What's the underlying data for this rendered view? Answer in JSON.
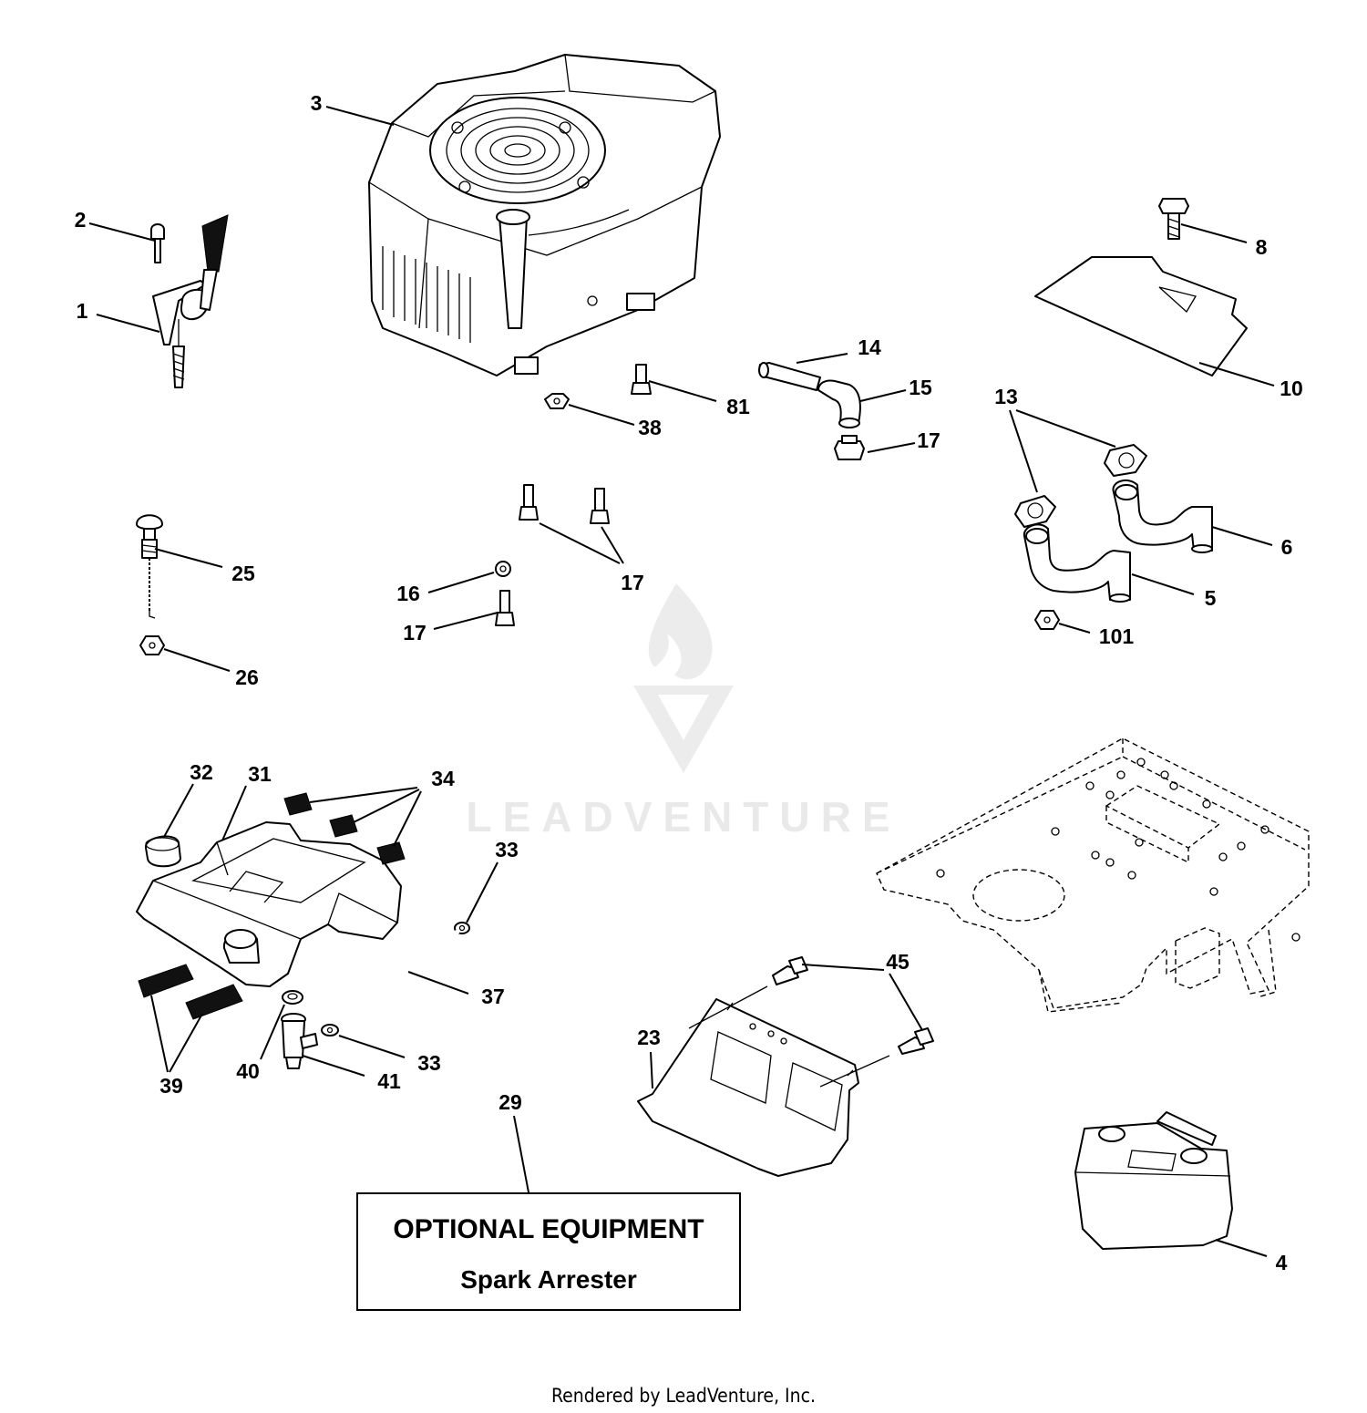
{
  "watermark": {
    "brand": "LEADVENTURE"
  },
  "optional_box": {
    "title": "OPTIONAL EQUIPMENT",
    "subtitle": "Spark Arrester"
  },
  "footer": {
    "text": "Rendered by LeadVenture, Inc."
  },
  "callouts": [
    {
      "id": "c3",
      "text": "3"
    },
    {
      "id": "c2",
      "text": "2"
    },
    {
      "id": "c1",
      "text": "1"
    },
    {
      "id": "c8",
      "text": "8"
    },
    {
      "id": "c10",
      "text": "10"
    },
    {
      "id": "c14",
      "text": "14"
    },
    {
      "id": "c15",
      "text": "15"
    },
    {
      "id": "c17a",
      "text": "17"
    },
    {
      "id": "c81",
      "text": "81"
    },
    {
      "id": "c38",
      "text": "38"
    },
    {
      "id": "c13",
      "text": "13"
    },
    {
      "id": "c6",
      "text": "6"
    },
    {
      "id": "c5",
      "text": "5"
    },
    {
      "id": "c101",
      "text": "101"
    },
    {
      "id": "c25",
      "text": "25"
    },
    {
      "id": "c26",
      "text": "26"
    },
    {
      "id": "c17b",
      "text": "17"
    },
    {
      "id": "c16",
      "text": "16"
    },
    {
      "id": "c17c",
      "text": "17"
    },
    {
      "id": "c32",
      "text": "32"
    },
    {
      "id": "c31",
      "text": "31"
    },
    {
      "id": "c34",
      "text": "34"
    },
    {
      "id": "c33a",
      "text": "33"
    },
    {
      "id": "c37",
      "text": "37"
    },
    {
      "id": "c33b",
      "text": "33"
    },
    {
      "id": "c39",
      "text": "39"
    },
    {
      "id": "c40",
      "text": "40"
    },
    {
      "id": "c41",
      "text": "41"
    },
    {
      "id": "c29",
      "text": "29"
    },
    {
      "id": "c45",
      "text": "45"
    },
    {
      "id": "c23",
      "text": "23"
    },
    {
      "id": "c4",
      "text": "4"
    }
  ]
}
